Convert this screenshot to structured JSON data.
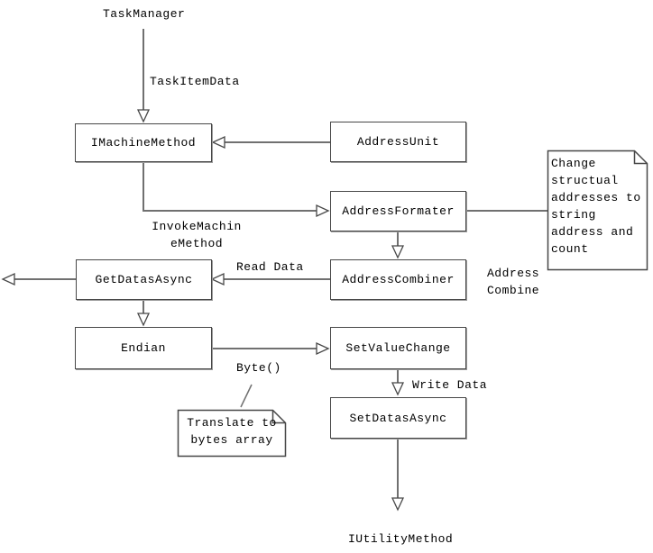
{
  "diagram": {
    "top_label": "TaskManager",
    "bottom_label": "IUtilityMethod",
    "nodes": {
      "imachinemethod": "IMachineMethod",
      "addressunit": "AddressUnit",
      "addressformater": "AddressFormater",
      "getdatasasync": "GetDatasAsync",
      "addresscombiner": "AddressCombiner",
      "endian": "Endian",
      "setvaluechange": "SetValueChange",
      "setdatasasync": "SetDatasAsync"
    },
    "edge_labels": {
      "task_item_data": "TaskItemData",
      "invoke_machine_method": "InvokeMachin\neMethod",
      "read_data": "Read Data",
      "address_combine": "Address\nCombine",
      "byte": "Byte()",
      "write_data": "Write Data"
    },
    "notes": {
      "change_addresses": "Change\nstructual\naddresses to\nstring\naddress and\ncount",
      "translate_bytes": "Translate to\nbytes array"
    },
    "colors": {
      "connector_line": "#707070",
      "shape_border": "#474747",
      "shape_fill": "#ffffff",
      "text": "#000000",
      "background": "#ffffff"
    }
  }
}
